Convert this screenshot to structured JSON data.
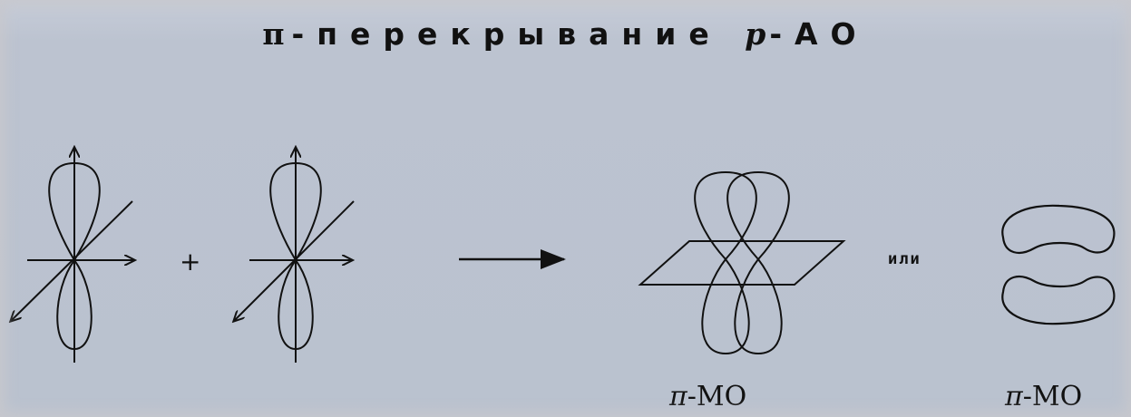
{
  "title": {
    "pi_symbol": "π",
    "text": "-перекрывание",
    "p_letter": "p",
    "ao": "-AO"
  },
  "plus_sign": "+",
  "or_label": "или",
  "mo_label_1": {
    "pi": "π",
    "rest": "-MO"
  },
  "mo_label_2": {
    "pi": "π",
    "rest": "-MO"
  },
  "colors": {
    "background": "#bac2cf",
    "stroke": "#111111"
  }
}
